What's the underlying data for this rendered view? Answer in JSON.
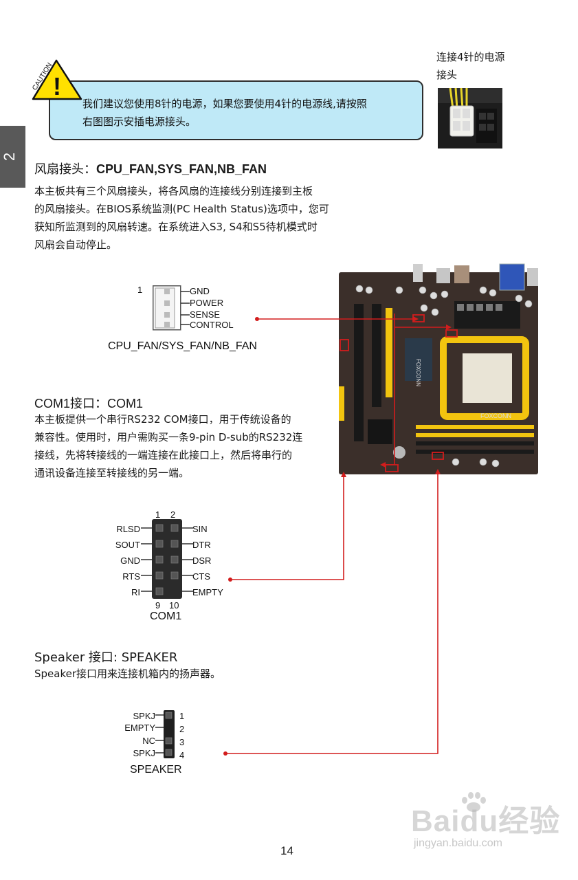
{
  "chapter": {
    "tab_number": "2"
  },
  "caution": {
    "icon_label": "CAUTION",
    "icon_symbol": "!",
    "line1": "我们建议您使用8针的电源，如果您要使用4针的电源线,请按照",
    "line2": "右图图示安插电源接头。"
  },
  "power_photo": {
    "caption_line1": "连接4针的电源",
    "caption_line2": "接头"
  },
  "fan_section": {
    "heading_cn": "风扇接头：",
    "heading_en": "CPU_FAN,SYS_FAN,NB_FAN",
    "paragraph": [
      "本主板共有三个风扇接头，将各风扇的连接线分别连接到主板",
      "的风扇接头。在BIOS系统监测(PC Health Status)选项中，您可",
      "获知所监测到的风扇转速。在系统进入S3, S4和S5待机模式时",
      "风扇会自动停止。"
    ],
    "connector": {
      "pin1_label": "1",
      "pins": [
        "GND",
        "POWER",
        "SENSE",
        "CONTROL"
      ],
      "caption": "CPU_FAN/SYS_FAN/NB_FAN"
    }
  },
  "com_section": {
    "heading": "COM1接口：COM1",
    "paragraph": [
      "本主板提供一个串行RS232 COM接口，用于传统设备的",
      "兼容性。使用时，用户需购买一条9-pin D-sub的RS232连",
      "接线，先将转接线的一端连接在此接口上，然后将串行的",
      "通讯设备连接至转接线的另一端。"
    ],
    "connector": {
      "top_pins": [
        "1",
        "2"
      ],
      "bottom_pins": [
        "9",
        "10"
      ],
      "left_pins": [
        "RLSD",
        "SOUT",
        "GND",
        "RTS",
        "RI"
      ],
      "right_pins": [
        "SIN",
        "DTR",
        "DSR",
        "CTS",
        "EMPTY"
      ],
      "caption": "COM1"
    }
  },
  "speaker_section": {
    "heading": "Speaker 接口: SPEAKER",
    "paragraph": "Speaker接口用来连接机箱内的扬声器。",
    "connector": {
      "pins": [
        "SPKJ",
        "EMPTY",
        "NC",
        "SPKJ"
      ],
      "pin_numbers": [
        "1",
        "2",
        "3",
        "4"
      ],
      "caption": "SPEAKER"
    }
  },
  "motherboard": {
    "brand": "FOXCONN"
  },
  "page_number": "14",
  "watermark": {
    "logo": "Baidu经验",
    "url": "jingyan.baidu.com"
  },
  "colors": {
    "caution_fill": "#bfe9f7",
    "caution_icon": "#ffe000",
    "leader_line": "#d21d1d",
    "chapter_tab": "#595959",
    "board_yellow": "#f2c40f"
  }
}
